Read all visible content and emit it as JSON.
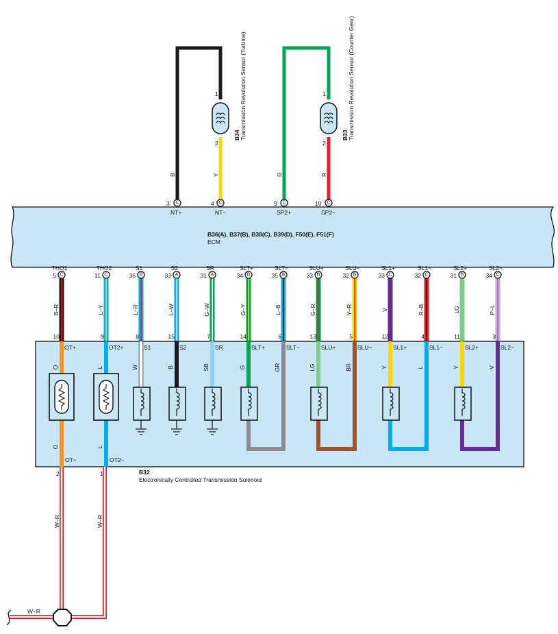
{
  "colors": {
    "B": "#1a1a1a",
    "Y": "#ffd700",
    "G": "#00a651",
    "R": "#ed1c24",
    "O": "#f7941d",
    "L": "#00aeef",
    "W": "#ffffff",
    "SB": "#8fd3f4",
    "GR": "#8c8c8c",
    "LG": "#7ccc8a",
    "BR": "#a0522d",
    "V": "#662d91",
    "P": "#f49ac2",
    "panel": "#c8e6f6"
  },
  "sensors": [
    {
      "code": "B34",
      "name": "Transmission Revolution Sensor (Turbine)",
      "pin_top": "1",
      "pin_bottom": "2",
      "wire_top": "B",
      "wire_bottom": "Y",
      "wire_top_label": "B",
      "wire_bottom_label": "Y"
    },
    {
      "code": "B33",
      "name": "Transmission Revolution Sensor (Counter Gear)",
      "pin_top": "1",
      "pin_bottom": "2",
      "wire_top": "G",
      "wire_bottom": "R",
      "wire_top_label": "G",
      "wire_bottom_label": "R"
    }
  ],
  "ecm": {
    "connectors": "B36(A), B37(B), B38(C), B39(D), F50(E), F51(F)",
    "name": "ECM",
    "top_pins": [
      {
        "num": "3",
        "conn": "C",
        "signal": "NT+"
      },
      {
        "num": "4",
        "conn": "C",
        "signal": "NT−"
      },
      {
        "num": "9",
        "conn": "C",
        "signal": "SP2+"
      },
      {
        "num": "10",
        "conn": "C",
        "signal": "SP2−"
      }
    ],
    "bottom_pins": [
      {
        "num": "5",
        "conn": "C",
        "signal": "THO1",
        "wire": "B–R",
        "c1": "B",
        "c2": "R"
      },
      {
        "num": "11",
        "conn": "C",
        "signal": "THO2",
        "wire": "L–Y",
        "c1": "L",
        "c2": "Y"
      },
      {
        "num": "36",
        "conn": "B",
        "signal": "S1",
        "wire": "L–R",
        "c1": "L",
        "c2": "R"
      },
      {
        "num": "33",
        "conn": "A",
        "signal": "S2",
        "wire": "L–W",
        "c1": "L",
        "c2": "W"
      },
      {
        "num": "31",
        "conn": "A",
        "signal": "SR",
        "wire": "G–W",
        "c1": "G",
        "c2": "W"
      },
      {
        "num": "34",
        "conn": "B",
        "signal": "SLT+",
        "wire": "G–Y",
        "c1": "G",
        "c2": "Y"
      },
      {
        "num": "35",
        "conn": "B",
        "signal": "SLT−",
        "wire": "L–B",
        "c1": "L",
        "c2": "B"
      },
      {
        "num": "33",
        "conn": "B",
        "signal": "SLU+",
        "wire": "G–R",
        "c1": "G",
        "c2": "R"
      },
      {
        "num": "32",
        "conn": "B",
        "signal": "SLU−",
        "wire": "Y–R",
        "c1": "Y",
        "c2": "R"
      },
      {
        "num": "33",
        "conn": "C",
        "signal": "SL1+",
        "wire": "V",
        "c1": "V",
        "c2": "V"
      },
      {
        "num": "32",
        "conn": "C",
        "signal": "SL1−",
        "wire": "R–B",
        "c1": "R",
        "c2": "B"
      },
      {
        "num": "31",
        "conn": "B",
        "signal": "SL2+",
        "wire": "LG",
        "c1": "LG",
        "c2": "LG"
      },
      {
        "num": "34",
        "conn": "C",
        "signal": "SL2−",
        "wire": "P–L",
        "c1": "P",
        "c2": "L"
      }
    ]
  },
  "solenoid": {
    "code": "B32",
    "name": "Electronically Controlled Transmission Solenoid",
    "top_pins": [
      {
        "num": "10",
        "signal": "OT+",
        "wire": "O"
      },
      {
        "num": "9",
        "signal": "OT2+",
        "wire": "L"
      },
      {
        "num": "8",
        "signal": "S1",
        "wire": "W"
      },
      {
        "num": "15",
        "signal": "S2",
        "wire": "B"
      },
      {
        "num": "7",
        "signal": "SR",
        "wire": "SB"
      },
      {
        "num": "14",
        "signal": "SLT+",
        "wire": "G"
      },
      {
        "num": "6",
        "signal": "SLT−",
        "wire": "GR"
      },
      {
        "num": "13",
        "signal": "SLU+",
        "wire": "LG"
      },
      {
        "num": "5",
        "signal": "SLU−",
        "wire": "BR"
      },
      {
        "num": "12",
        "signal": "SL1+",
        "wire": "Y"
      },
      {
        "num": "4",
        "signal": "SL1−",
        "wire": "L"
      },
      {
        "num": "11",
        "signal": "SL2+",
        "wire": "Y"
      },
      {
        "num": "3",
        "signal": "SL2−",
        "wire": "V"
      }
    ],
    "bottom_pins": [
      {
        "num": "2",
        "signal": "OT−",
        "wire": "O"
      },
      {
        "num": "1",
        "signal": "OT2−",
        "wire": "L"
      }
    ]
  },
  "harness": {
    "left_wire": "W–R",
    "right_wire": "W–R",
    "junction_wire": "W–R"
  }
}
